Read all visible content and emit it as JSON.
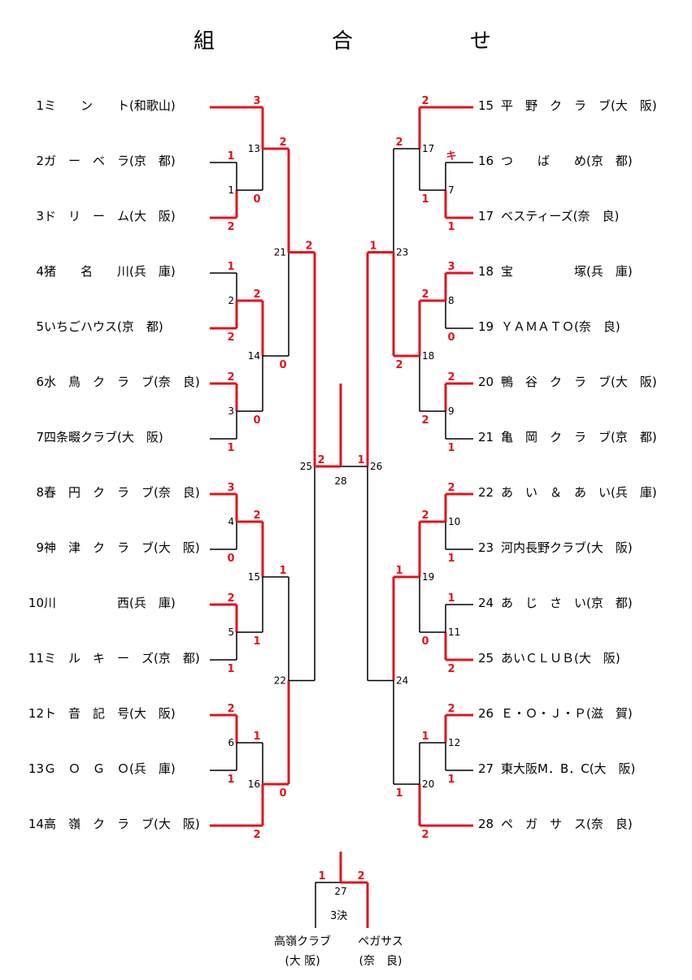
{
  "title": [
    "組",
    "合",
    "せ"
  ],
  "left_teams": [
    {
      "num": "1",
      "name": "ミ　　ン　　ト(和歌山)"
    },
    {
      "num": "2",
      "name": "ガ　ー　ベ　ラ(京　都)"
    },
    {
      "num": "3",
      "name": "ド　リ　ー　ム(大　阪)"
    },
    {
      "num": "4",
      "name": "猪　　名　　川(兵　庫)"
    },
    {
      "num": "5",
      "name": "いちごハウス(京　都)"
    },
    {
      "num": "6",
      "name": "水　鳥　ク　ラ　ブ(奈　良)"
    },
    {
      "num": "7",
      "name": "四条畷クラブ(大　阪)"
    },
    {
      "num": "8",
      "name": "春　円　ク　ラ　ブ(奈　良)"
    },
    {
      "num": "9",
      "name": "神　津　ク　ラ　ブ(大　阪)"
    },
    {
      "num": "10",
      "name": "川　　　　　西(兵　庫)"
    },
    {
      "num": "11",
      "name": "ミ　ル　キ　ー　ズ(京　都)"
    },
    {
      "num": "12",
      "name": "ト　音　記　号(大　阪)"
    },
    {
      "num": "13",
      "name": "Ｇ　Ｏ　Ｇ　Ｏ(兵　庫)"
    },
    {
      "num": "14",
      "name": "高　嶺　ク　ラ　ブ(大　阪)"
    }
  ],
  "right_teams": [
    {
      "num": "15",
      "name": "平　野　ク　ラ　ブ(大　阪)"
    },
    {
      "num": "16",
      "name": "つ　　ば　　め(京　都)"
    },
    {
      "num": "17",
      "name": "ベスティーズ(奈　良)"
    },
    {
      "num": "18",
      "name": "宝　　　　　塚(兵　庫)"
    },
    {
      "num": "19",
      "name": "ＹＡＭＡＴＯ(奈　良)"
    },
    {
      "num": "20",
      "name": "鴨　谷　ク　ラ　ブ(大　阪)"
    },
    {
      "num": "21",
      "name": "亀　岡　ク　ラ　ブ(京　都)"
    },
    {
      "num": "22",
      "name": "あ　い　＆　あ　い(兵　庫)"
    },
    {
      "num": "23",
      "name": "河内長野クラブ(大　阪)"
    },
    {
      "num": "24",
      "name": "あ　じ　さ　い(京　都)"
    },
    {
      "num": "25",
      "name": "あいＣＬＵＢ(大　阪)"
    },
    {
      "num": "26",
      "name": "Ｅ・Ｏ・Ｊ・Ｐ(滋　賀)"
    },
    {
      "num": "27",
      "name": "東大阪M．B．C(大　阪)"
    },
    {
      "num": "28",
      "name": "ペ　ガ　サ　ス(奈　良)"
    }
  ],
  "match_numbers": [
    "1",
    "2",
    "3",
    "4",
    "5",
    "6",
    "7",
    "8",
    "9",
    "10",
    "11",
    "12",
    "13",
    "14",
    "15",
    "16",
    "17",
    "18",
    "19",
    "20",
    "21",
    "22",
    "23",
    "24",
    "25",
    "26",
    "27",
    "28"
  ],
  "scores": {
    "m1": [
      "1",
      "2"
    ],
    "m2": [
      "1",
      "2"
    ],
    "m3": [
      "2",
      "1"
    ],
    "m4": [
      "3",
      "0"
    ],
    "m5": [
      "2",
      "1"
    ],
    "m6": [
      "2",
      "1"
    ],
    "m7": [
      "キ",
      "1"
    ],
    "m8": [
      "3",
      "0"
    ],
    "m9": [
      "2",
      "1"
    ],
    "m10": [
      "2",
      "1"
    ],
    "m11": [
      "1",
      "2"
    ],
    "m12": [
      "2",
      "1"
    ],
    "m13": [
      "3",
      "0"
    ],
    "m14": [
      "2",
      "0"
    ],
    "m15": [
      "2",
      "1"
    ],
    "m16": [
      "1",
      "2"
    ],
    "m17": [
      "2",
      "1"
    ],
    "m18": [
      "2",
      "2"
    ],
    "m19": [
      "2",
      "0"
    ],
    "m20": [
      "1",
      "2"
    ],
    "m21": [
      "2",
      "0"
    ],
    "m22": [
      "1",
      "0"
    ],
    "m23": [
      "2",
      "2"
    ],
    "m24": [
      "1",
      "1"
    ],
    "m25": [
      "2"
    ],
    "m26": [
      "1"
    ],
    "m27": [
      "1",
      "2"
    ]
  },
  "third_place": {
    "label": "3決",
    "left_team": "高嶺クラブ",
    "left_pref": "(大 阪)",
    "right_team": "ペガサス",
    "right_pref": "(奈　良)"
  },
  "colors": {
    "win": "#e0141e",
    "lose": "#000000",
    "score": "#e0141e"
  }
}
